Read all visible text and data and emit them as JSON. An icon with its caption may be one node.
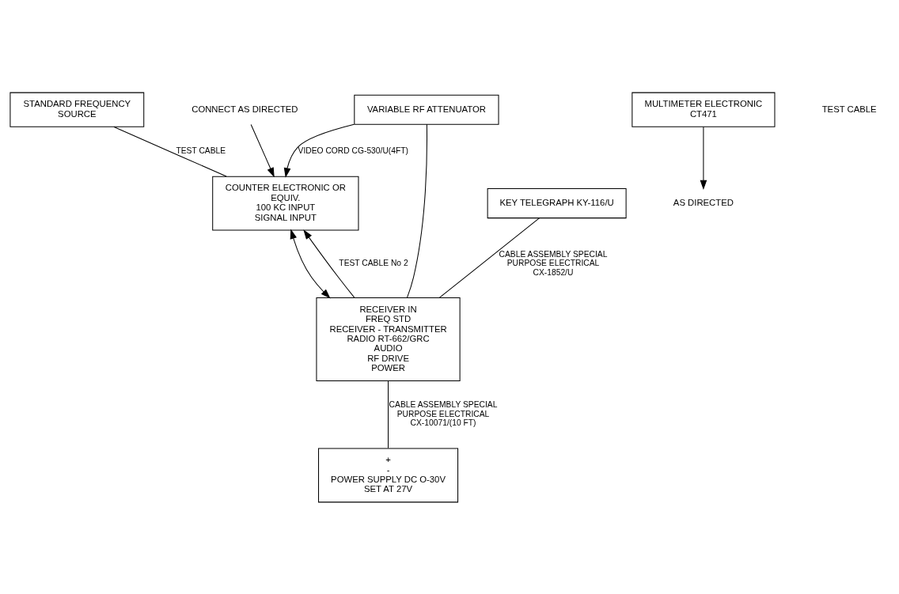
{
  "diagram": {
    "nodes": [
      {
        "text": [
          "STANDARD FREQUENCY SOURCE"
        ]
      },
      {
        "text": [
          "COUNTER ELECTRONIC OR EQUIV.",
          "100 KC INPUT",
          "SIGNAL INPUT"
        ]
      },
      {
        "text": [
          "VARIABLE RF ATTENUATOR"
        ]
      },
      {
        "text": [
          "RECEIVER IN",
          "FREQ STD",
          "RECEIVER - TRANSMITTER RADIO RT-662/GRC",
          "AUDIO",
          "RF DRIVE",
          "POWER"
        ]
      },
      {
        "text": [
          "KEY TELEGRAPH KY-116/U"
        ]
      },
      {
        "text": [
          "MULTIMETER ELECTRONIC CT471"
        ]
      },
      {
        "text": [
          "+",
          "-",
          "POWER SUPPLY DC O-30V SET AT 27V"
        ]
      },
      {
        "text": [
          "AS DIRECTED"
        ]
      },
      {
        "text": [
          "CONNECT AS DIRECTED"
        ]
      }
    ],
    "edges": [
      {
        "from": 0,
        "to": 1,
        "arrow": "none",
        "label": "TEST CABLE"
      },
      {
        "from": 2,
        "to": 1,
        "arrow": "to",
        "label": "VIDEO CORD CG-530/U(4FT)"
      },
      {
        "from": 8,
        "to": 1,
        "arrow": "to"
      },
      {
        "from": 3,
        "to": 1,
        "arrow": "to",
        "label": "TEST CABLE No 2"
      },
      {
        "from": 1,
        "to": 3,
        "arrow": "both"
      },
      {
        "from": 2,
        "to": 3,
        "arrow": "none"
      },
      {
        "from": 4,
        "to": 3,
        "arrow": "none",
        "label": "CABLE ASSEMBLY SPECIAL PURPOSE ELECTRICAL CX-1852/U"
      },
      {
        "from": 3,
        "to": 6,
        "arrow": "none",
        "label": "CABLE ASSEMBLY SPECIAL PURPOSE ELECTRICAL CX-10071/(10 FT)"
      },
      {
        "from": 5,
        "to": 7,
        "arrow": "to"
      }
    ],
    "labels": [
      "TEST CABLE"
    ]
  }
}
